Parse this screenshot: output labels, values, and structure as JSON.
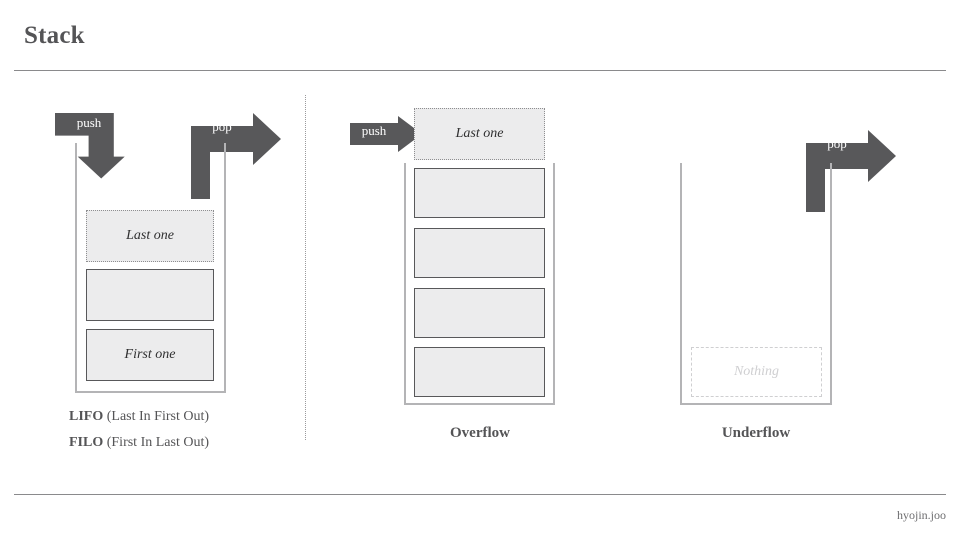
{
  "slide": {
    "title": "Stack",
    "footer": "hyojin.joo"
  },
  "colors": {
    "arrow": "#58585a",
    "wall": "#b4b4b6",
    "cell_fill": "#ececed",
    "cell_border": "#58585a",
    "text": "#545456",
    "muted": "#cfcfd1"
  },
  "panels": {
    "basic": {
      "push_label": "push",
      "pop_label": "pop",
      "cells": [
        {
          "label": "Last one",
          "style": "dotted"
        },
        {
          "label": "",
          "style": "solid"
        },
        {
          "label": "First one",
          "style": "solid"
        }
      ],
      "notes": [
        {
          "acronym": "LIFO",
          "expansion": "(Last In First Out)"
        },
        {
          "acronym": "FILO",
          "expansion": "(First In Last Out)"
        }
      ]
    },
    "overflow": {
      "push_label": "push",
      "caption": "Overflow",
      "outside_cell": {
        "label": "Last one",
        "style": "dotted"
      },
      "cells": [
        {
          "label": "",
          "style": "solid"
        },
        {
          "label": "",
          "style": "solid"
        },
        {
          "label": "",
          "style": "solid"
        },
        {
          "label": "",
          "style": "solid"
        }
      ]
    },
    "underflow": {
      "pop_label": "pop",
      "caption": "Underflow",
      "empty_cell": {
        "label": "Nothing",
        "style": "dashed-empty"
      }
    }
  }
}
